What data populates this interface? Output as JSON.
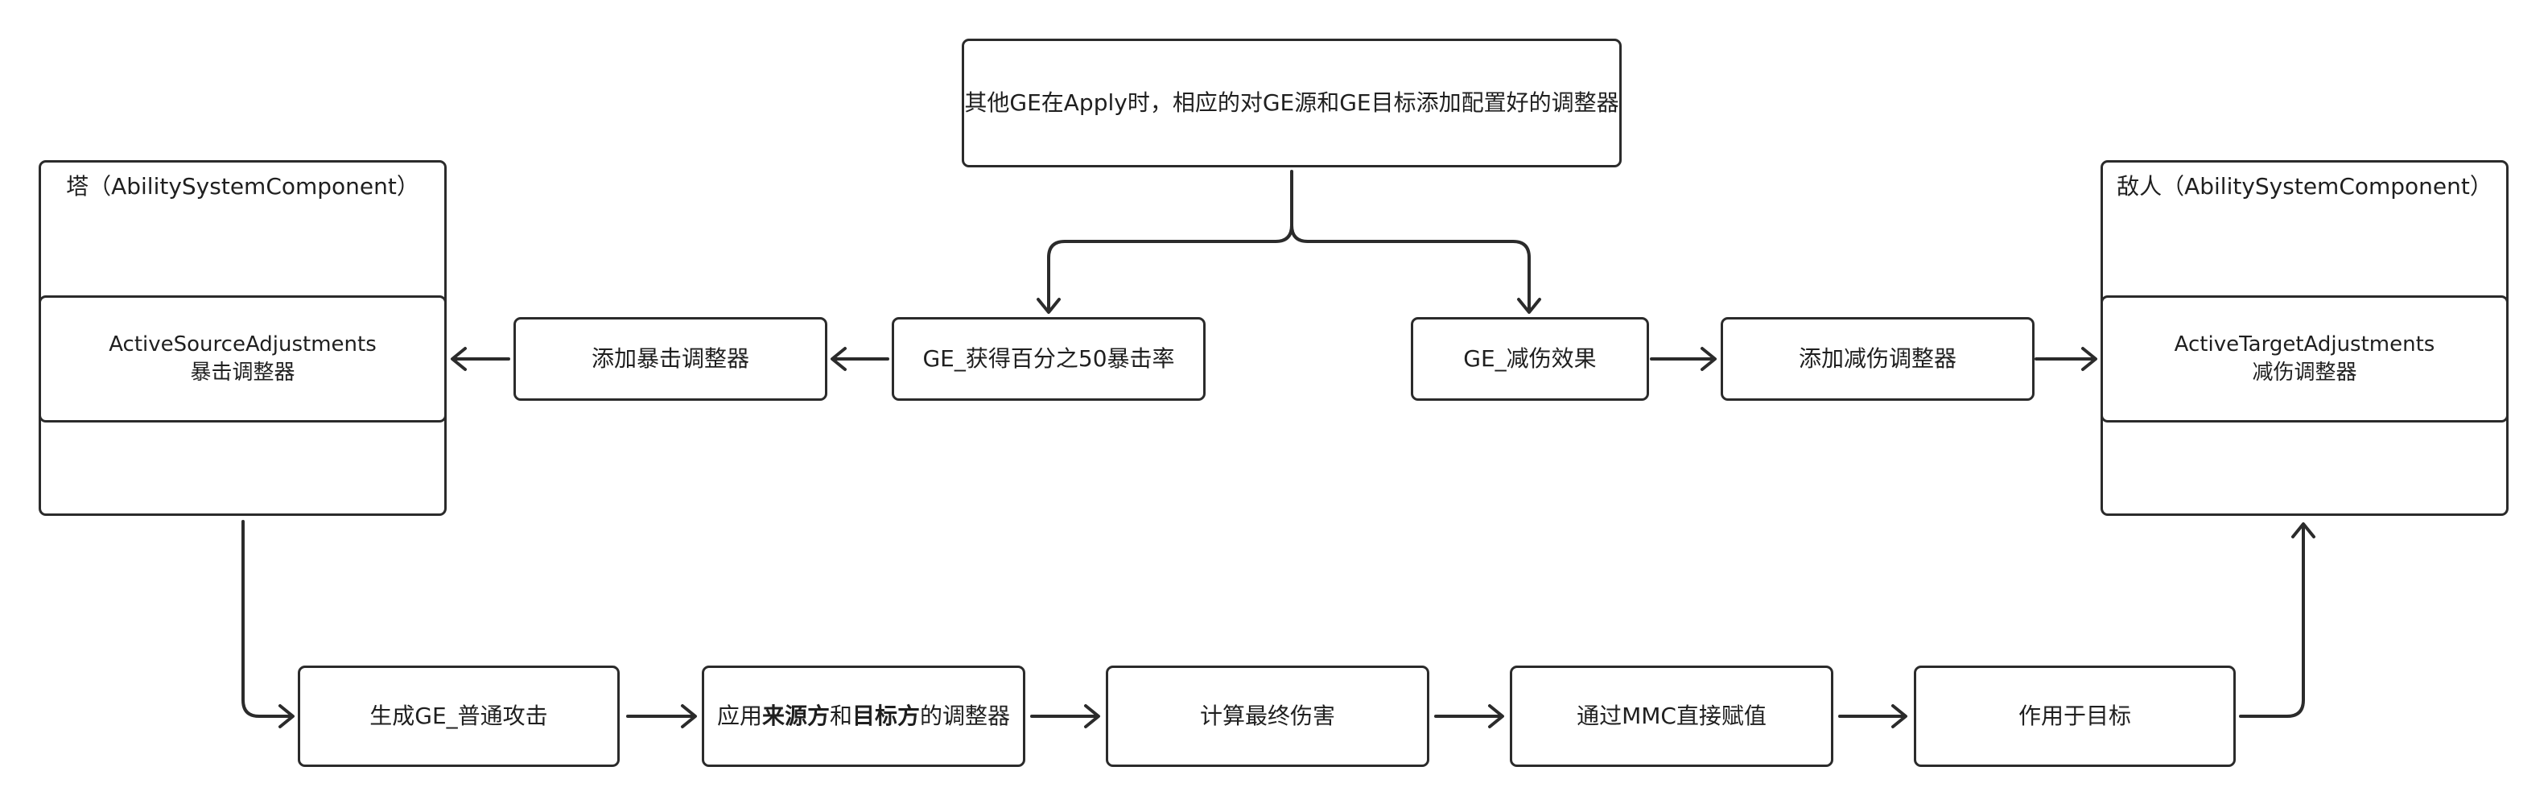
{
  "top_note": "其他GE在Apply时，相应的对GE源和GE目标添加配置好的调整器",
  "tower": {
    "title": "塔（AbilitySystemComponent）",
    "inner_line1": "ActiveSourceAdjustments",
    "inner_line2": "暴击调整器"
  },
  "enemy": {
    "title": "敌人（AbilitySystemComponent）",
    "inner_line1": "ActiveTargetAdjustments",
    "inner_line2": "减伤调整器"
  },
  "nodes": {
    "add_crit": "添加暴击调整器",
    "ge_crit": "GE_获得百分之50暴击率",
    "ge_reduce": "GE_减伤效果",
    "add_reduce": "添加减伤调整器",
    "gen_attack": "生成GE_普通攻击",
    "apply_prefix": "应用",
    "apply_source": "来源方",
    "apply_and": "和",
    "apply_target": "目标方",
    "apply_suffix": "的调整器",
    "calc_damage": "计算最终伤害",
    "mmc": "通过MMC直接赋值",
    "act_target": "作用于目标"
  },
  "colors": {
    "stroke": "#2b2b2b",
    "background": "#ffffff",
    "text": "#1f1f1f"
  }
}
